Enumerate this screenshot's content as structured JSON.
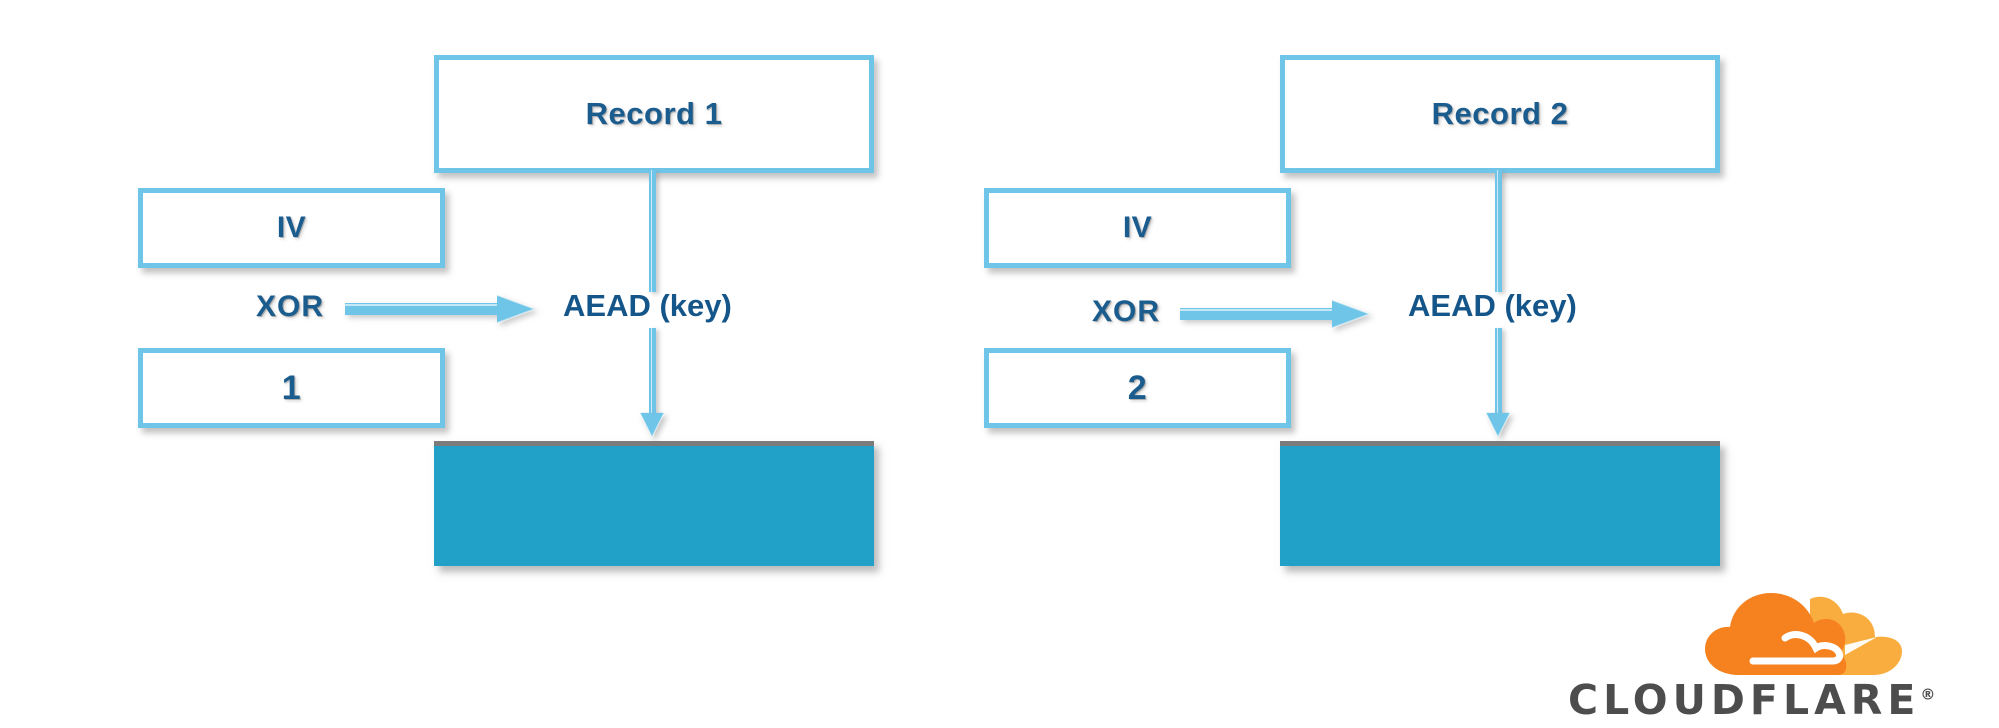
{
  "diagram": {
    "title": "AEAD record encryption with IV XOR sequence number",
    "colors": {
      "box_border": "#6fc5e8",
      "box_fill": "#ffffff",
      "label_text": "#1b5c8f",
      "aead_text": "#14558a",
      "output_fill": "#22a1c8",
      "output_top_border": "#7b7b7b",
      "logo_orange": "#f6821f",
      "logo_orange_light": "#faad3f",
      "logo_wordmark": "#4d4d4d"
    },
    "groups": [
      {
        "id": "group-1",
        "record_label": "Record 1",
        "iv_label": "IV",
        "xor_label": "XOR",
        "counter_label": "1",
        "aead_label": "AEAD (key)",
        "output_label": ""
      },
      {
        "id": "group-2",
        "record_label": "Record 2",
        "iv_label": "IV",
        "xor_label": "XOR",
        "counter_label": "2",
        "aead_label": "AEAD (key)",
        "output_label": ""
      }
    ]
  },
  "logo": {
    "wordmark": "CLOUDFLARE",
    "registered_mark": "®",
    "icon_name": "cloudflare-cloud-icon"
  }
}
